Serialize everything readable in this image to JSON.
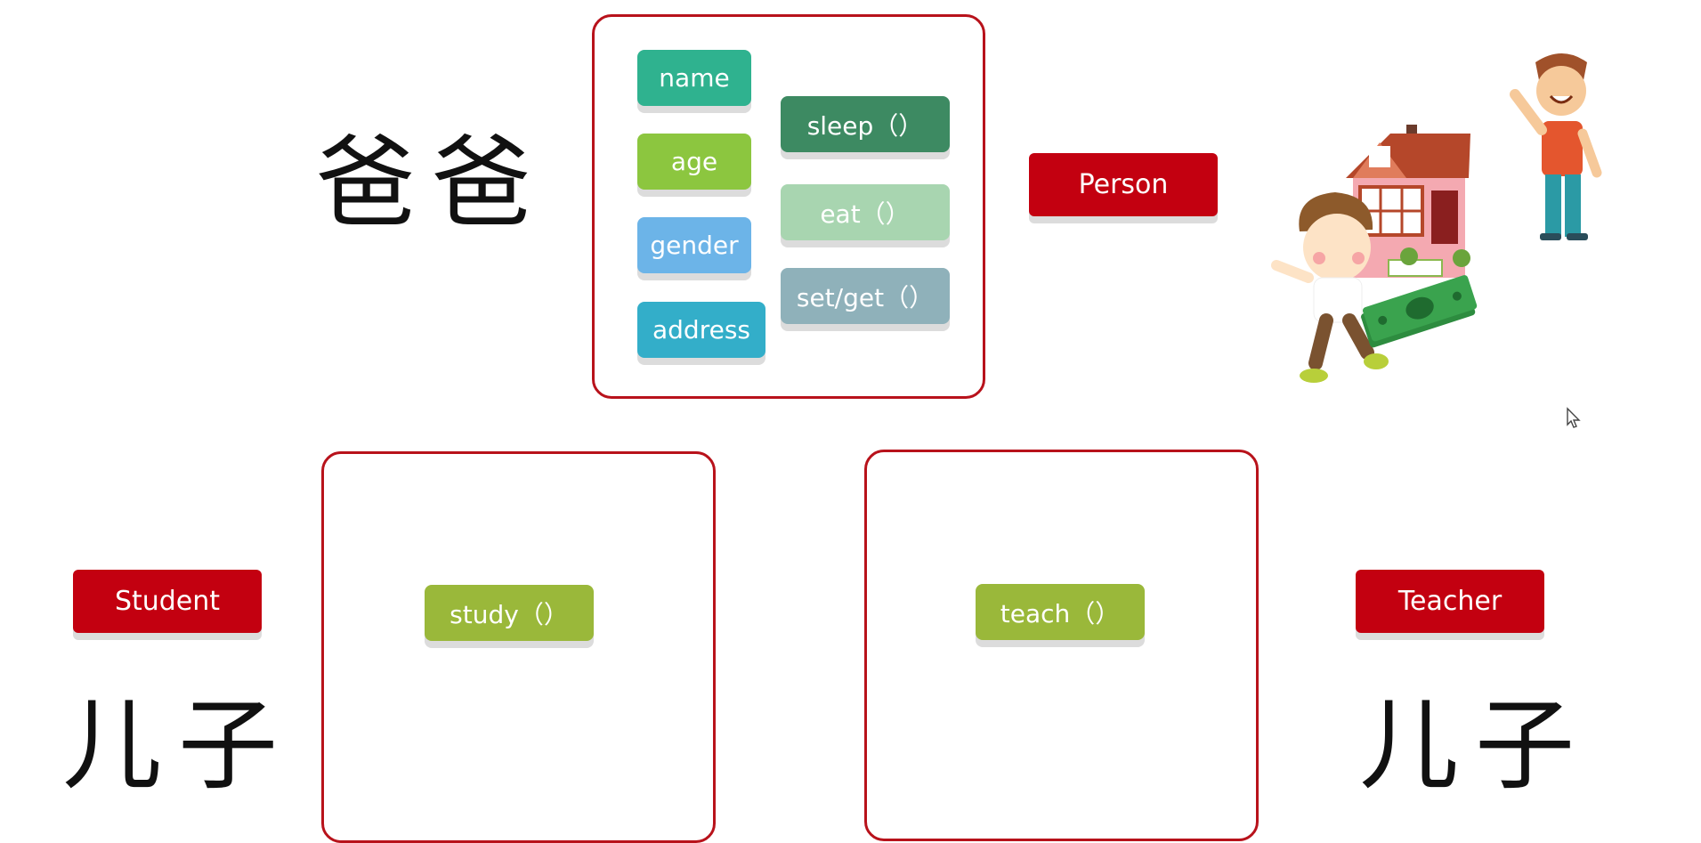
{
  "top": {
    "chinese_label": "爸爸",
    "class_label": "Person",
    "fields": [
      "name",
      "age",
      "gender",
      "address"
    ],
    "methods": [
      "sleep（）",
      "eat（）",
      "set/get（）"
    ]
  },
  "left": {
    "class_label": "Student",
    "chinese_label": "儿子",
    "method": "study（）"
  },
  "right": {
    "class_label": "Teacher",
    "chinese_label": "儿子",
    "method": "teach（）"
  },
  "colors": {
    "border": "#b8121b",
    "label_bg": "#c30010",
    "name": "#2fb28f",
    "age": "#8cc63f",
    "gender": "#6cb4e8",
    "address": "#33aec9",
    "sleep": "#3d8a62",
    "eat": "#a8d5b0",
    "setget": "#8fb1ba",
    "method_green": "#9ab83a"
  }
}
